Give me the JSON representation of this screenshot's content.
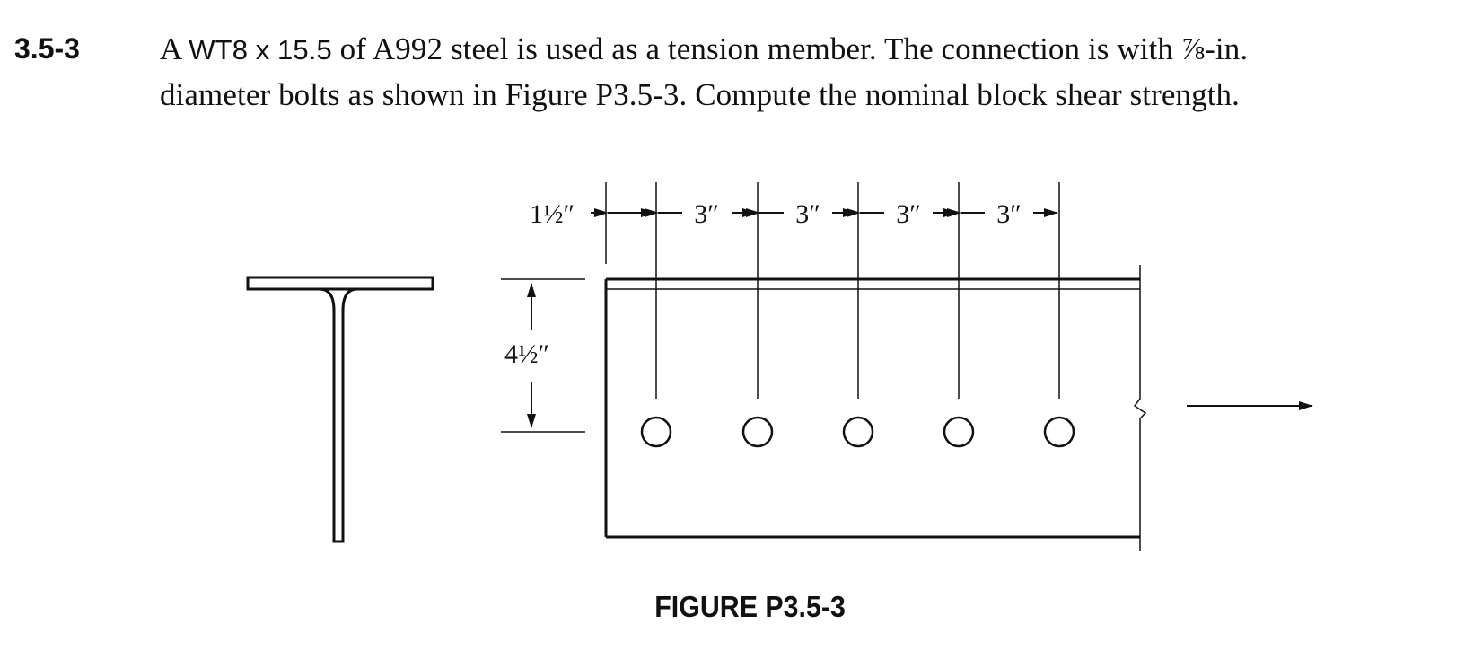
{
  "problem": {
    "number": "3.5-3",
    "line1_before": "A ",
    "line1_designation": "WT8 x 15.5",
    "line1_after": " of A992 steel is used as a tension member. The connection is with ⅞-in.",
    "line2": "diameter bolts as shown in Figure P3.5-3. Compute the nominal block shear strength."
  },
  "figure": {
    "caption": "FIGURE P3.5-3",
    "dimensions": {
      "end_distance": "1½″",
      "spacings": [
        "3″",
        "3″",
        "3″",
        "3″"
      ],
      "gage": "4½″"
    },
    "bolt_count": 5
  }
}
